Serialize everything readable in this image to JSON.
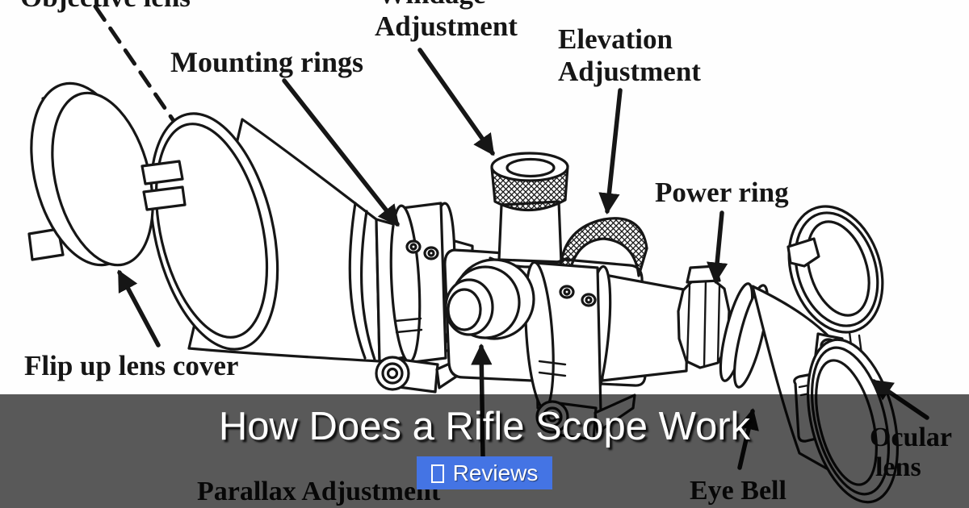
{
  "page": {
    "background": "#ffffff",
    "ink_color": "#161616"
  },
  "overlay": {
    "title": "How Does a Rifle Scope Work",
    "button_label": "Reviews",
    "button_icon": "missing-glyph-box-icon",
    "button_color": "#4474e4",
    "scrim_color": "rgba(0,0,0,0.65)"
  },
  "diagram": {
    "labels": {
      "objective_lens": "Objective lens",
      "mounting_rings": "Mounting rings",
      "windage_line1": "Windage-",
      "windage_line2": "Adjustment",
      "elevation_line1": "Elevation",
      "elevation_line2": "Adjustment",
      "power_ring": "Power ring",
      "flip_up_lens_cover": "Flip up lens cover",
      "parallax_adjustment": "Parallax Adjustment",
      "eye_bell": "Eye Bell",
      "ocular_line1": "Ocular",
      "ocular_line2": "lens"
    }
  }
}
